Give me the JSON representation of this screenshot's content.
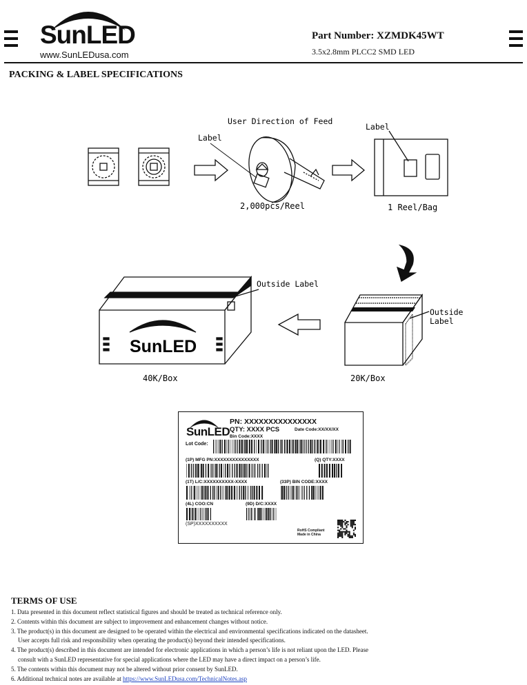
{
  "header": {
    "brand": "SunLED",
    "website": "www.SunLEDusa.com",
    "part_number": "Part Number: XZMDK45WT",
    "description": "3.5x2.8mm PLCC2 SMD LED"
  },
  "section_title": "PACKING & LABEL SPECIFICATIONS",
  "diagram": {
    "feed_direction": "User Direction of Feed",
    "label_reel": "Label",
    "label_bag": "Label",
    "reel_qty": "2,000pcs/Reel",
    "bag_qty": "1 Reel/Bag",
    "outside_label_big": "Outside Label",
    "outside_label_small_1": "Outside",
    "outside_label_small_2": "Label",
    "box_big_brand": "SunLED",
    "box_big_qty": "40K/Box",
    "box_small_qty": "20K/Box"
  },
  "label_card": {
    "brand": "SunLED",
    "pn": "PN: XXXXXXXXXXXXXXX",
    "qty": "QTY: XXXX PCS",
    "date_code": "Date Code:XX/XX/XX",
    "bin_code": "Bin Code:XXXX",
    "lot_code": "Lot Code:",
    "mfg_pn": "(1P) MFG PN:XXXXXXXXXXXXXXX",
    "q_qty": "(Q) QTY:XXXX",
    "lc": "(1T) L/C:XXXXXXXXXX-XXXX",
    "bin_code2": "(33P) BIN CODE:XXXX",
    "coo": "(4L) COO:CN",
    "dc": "(9D) D/C:XXXX",
    "sp": "(SP)XXXXXXXXXX",
    "rohs": "RoHS Compliant",
    "made_in": "Made in China"
  },
  "terms": {
    "title": "TERMS OF USE",
    "items": [
      "1. Data presented in this document reflect statistical figures and should be treated as technical reference only.",
      "2. Contents within this document are subject to improvement and enhancement changes without notice.",
      "3. The product(s) in this document are designed to be operated within the electrical and environmental specifications indicated on the datasheet.",
      "User accepts full risk and responsibility when operating the product(s) beyond their intended specifications.",
      "4. The product(s) described in this document are intended for electronic applications in which a person’s life is not reliant upon the LED.  Please",
      "consult with a SunLED representative for special applications where the LED may have a direct impact on a person’s life.",
      "5. The contents within this document may not be altered without prior consent by SunLED."
    ],
    "last_prefix": "6. Additional technical notes are available at ",
    "last_link": "https://www.SunLEDusa.com/TechnicalNotes.asp"
  },
  "colors": {
    "ink": "#111111",
    "link": "#1a3fbf"
  }
}
